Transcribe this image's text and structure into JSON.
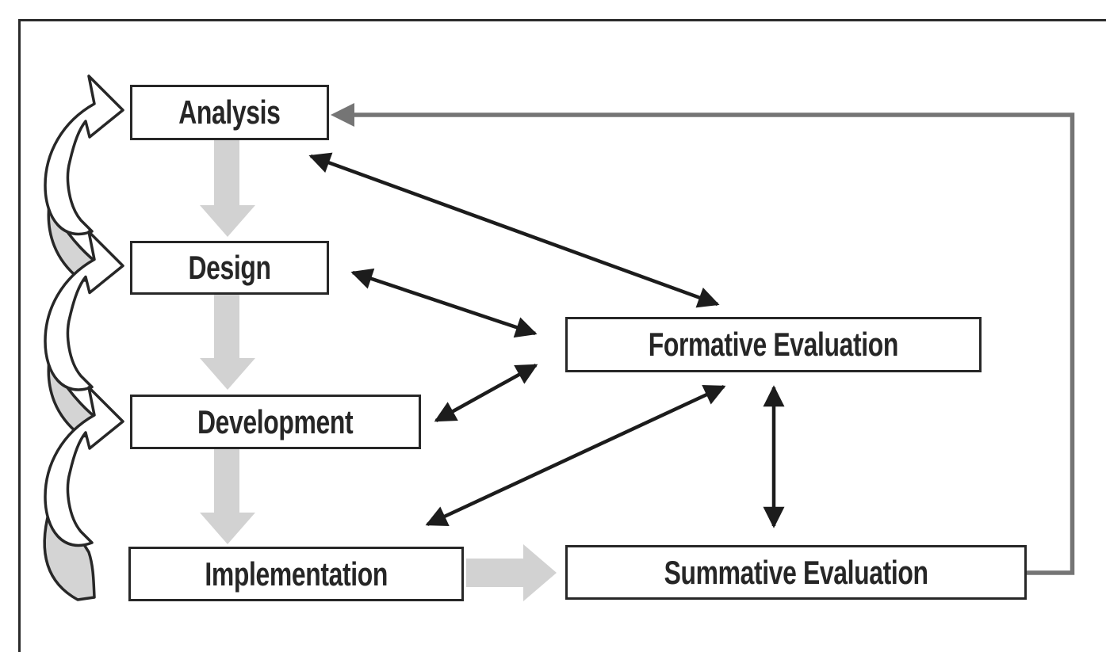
{
  "figure": {
    "type": "flow-diagram",
    "boxes": {
      "analysis": {
        "label": "Analysis"
      },
      "design": {
        "label": "Design"
      },
      "development": {
        "label": "Development"
      },
      "implementation": {
        "label": "Implementation"
      },
      "formative": {
        "label": "Formative Evaluation"
      },
      "summative": {
        "label": "Summative Evaluation"
      }
    },
    "connections": [
      {
        "from": "analysis",
        "to": "design",
        "style": "thick-gray-arrow",
        "direction": "one-way"
      },
      {
        "from": "design",
        "to": "development",
        "style": "thick-gray-arrow",
        "direction": "one-way"
      },
      {
        "from": "development",
        "to": "implementation",
        "style": "thick-gray-arrow",
        "direction": "one-way"
      },
      {
        "from": "implementation",
        "to": "summative",
        "style": "thick-gray-arrow",
        "direction": "one-way"
      },
      {
        "from": "analysis",
        "to": "formative",
        "style": "black-line",
        "direction": "two-way"
      },
      {
        "from": "design",
        "to": "formative",
        "style": "black-line",
        "direction": "two-way"
      },
      {
        "from": "development",
        "to": "formative",
        "style": "black-line",
        "direction": "two-way"
      },
      {
        "from": "implementation",
        "to": "formative",
        "style": "black-line",
        "direction": "two-way"
      },
      {
        "from": "formative",
        "to": "summative",
        "style": "black-line",
        "direction": "two-way"
      },
      {
        "from": "summative",
        "to": "analysis",
        "style": "gray-elbow-line",
        "direction": "one-way"
      },
      {
        "from": "design",
        "to": "analysis",
        "style": "white-curl-arrow",
        "direction": "one-way"
      },
      {
        "from": "development",
        "to": "design",
        "style": "white-curl-arrow",
        "direction": "one-way"
      },
      {
        "from": "implementation",
        "to": "development",
        "style": "white-curl-arrow",
        "direction": "one-way"
      }
    ],
    "colors": {
      "box_border": "#272727",
      "box_fill": "#ffffff",
      "label_text": "#262626",
      "flow_arrow_gray": "#d2d2d2",
      "feedback_gray": "#757575",
      "connector_black": "#1c1c1c",
      "curl_fill": "#ffffff",
      "curl_overlap_gray": "#d4d4d4",
      "frame_border": "#2b2b2b"
    }
  }
}
